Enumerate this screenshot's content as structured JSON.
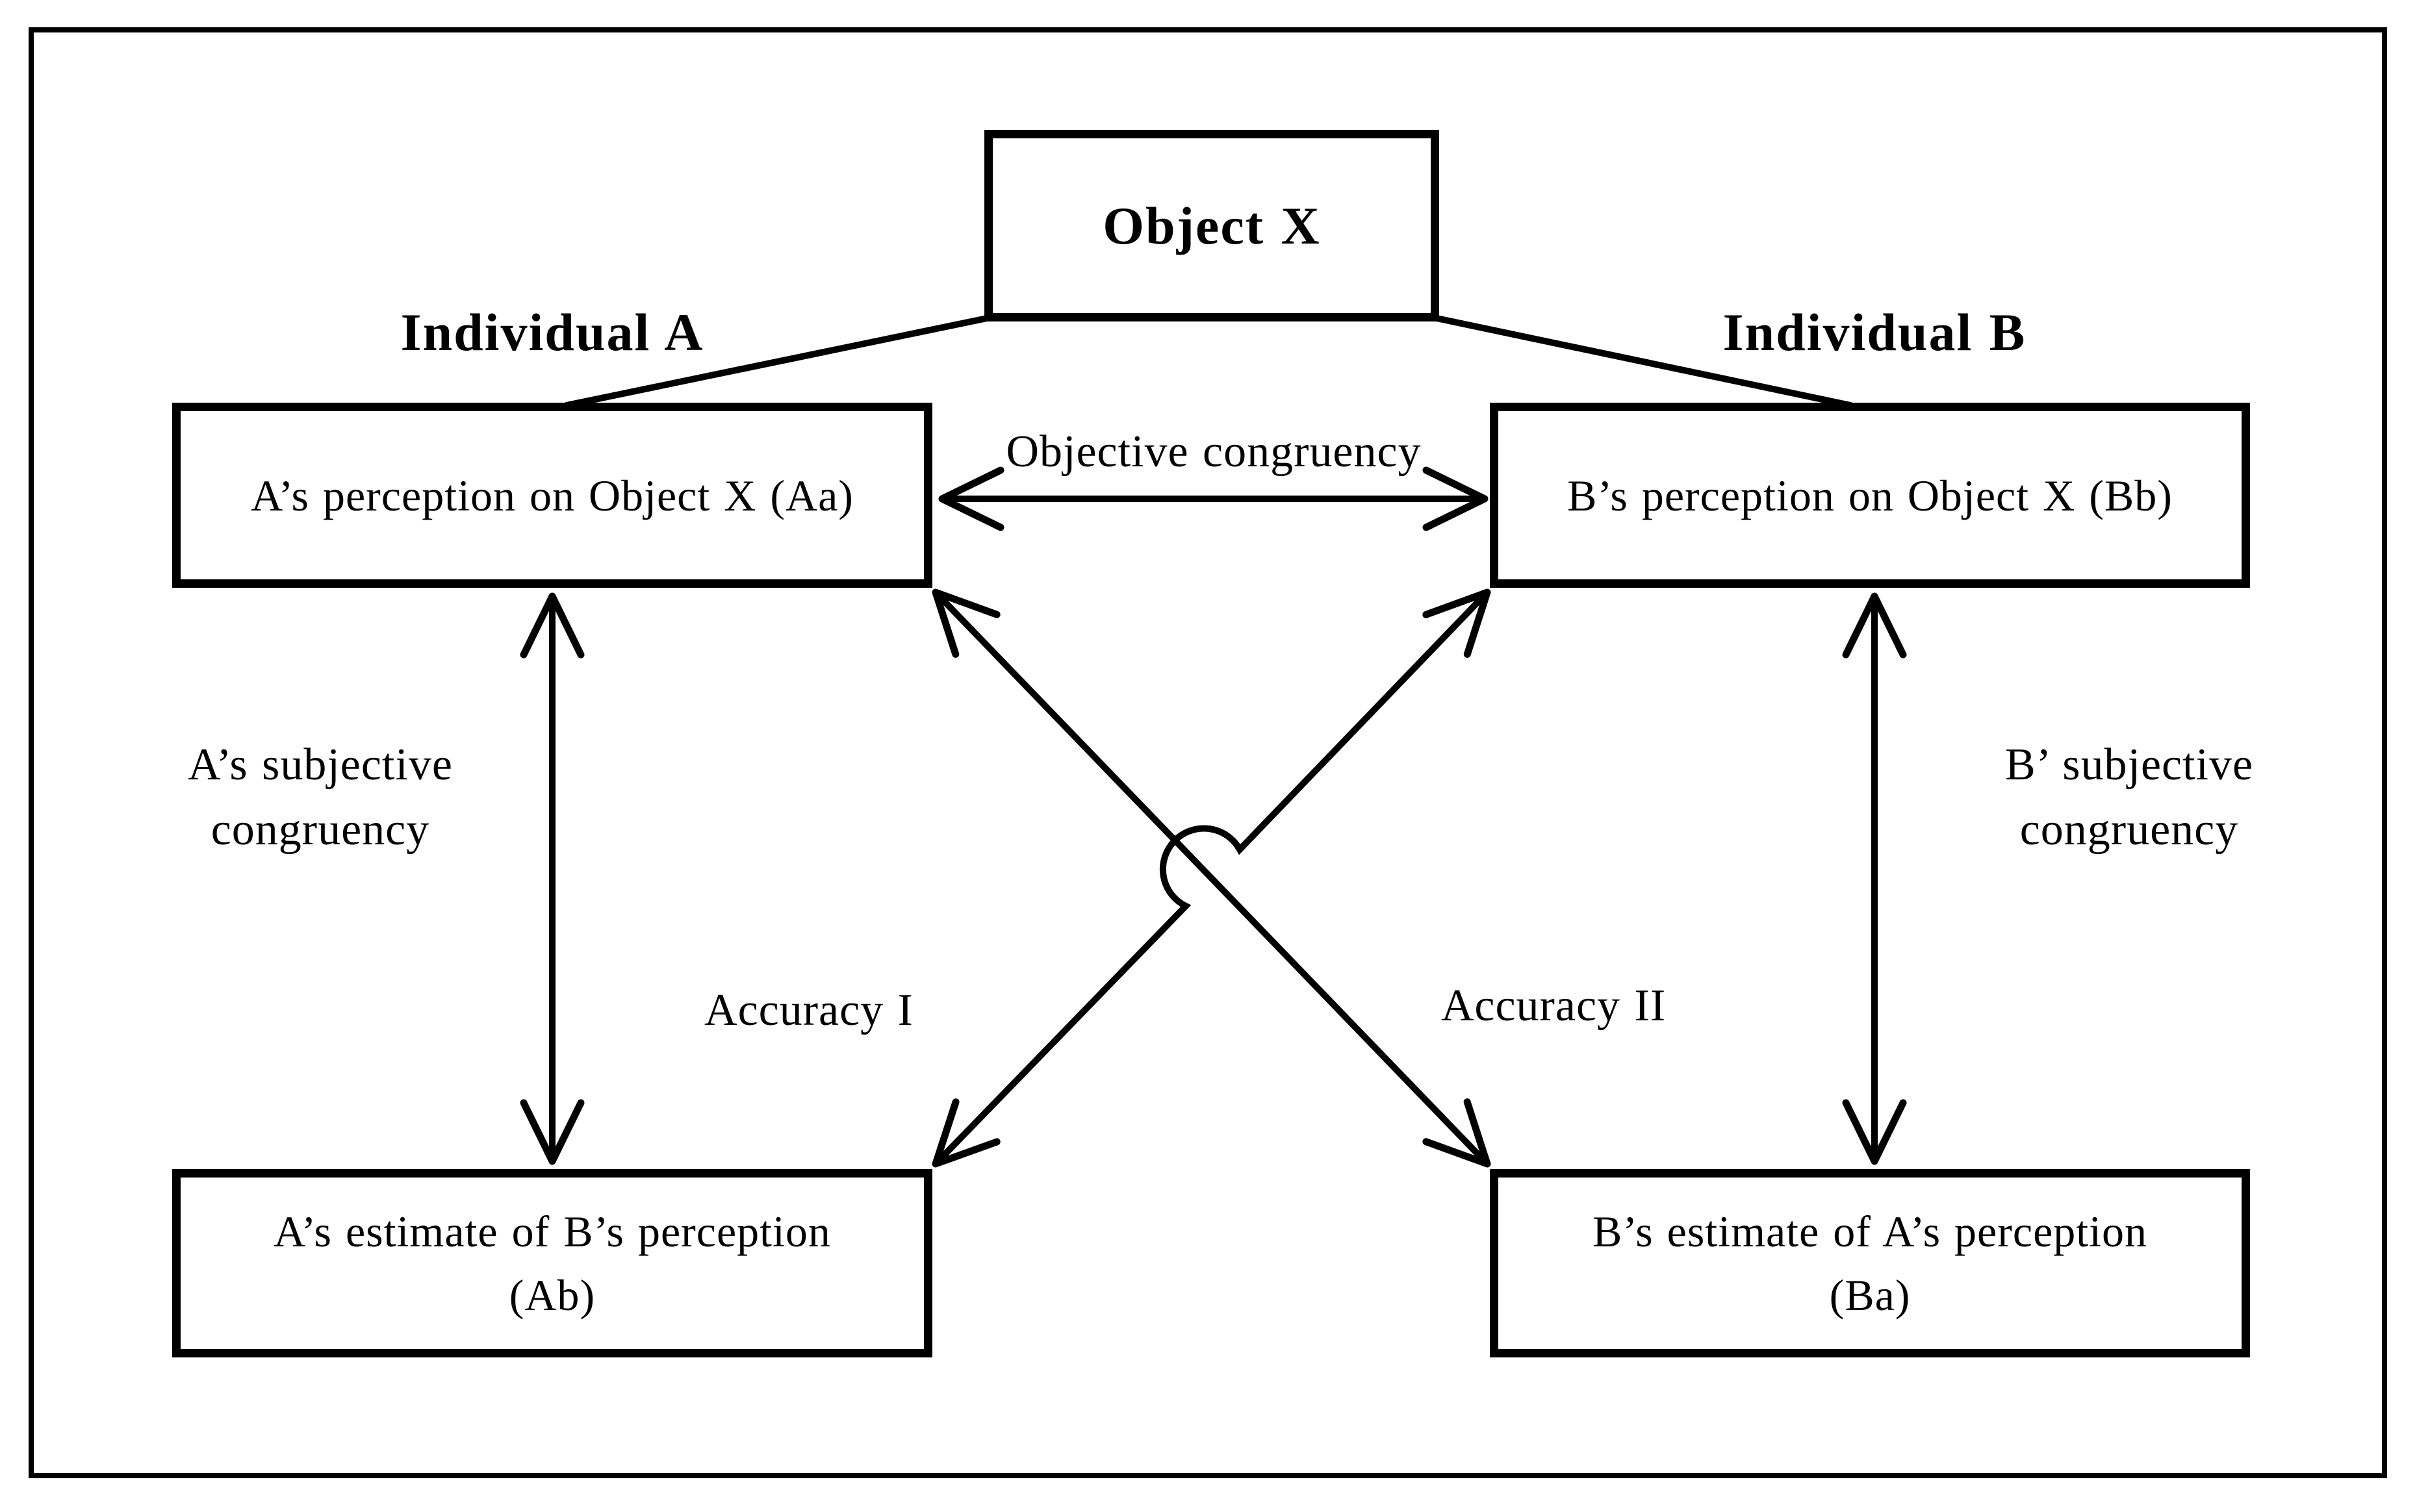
{
  "diagram": {
    "object_x": "Object X",
    "individual_a": "Individual A",
    "individual_b": "Individual B",
    "boxes": {
      "a_perception": "A’s perception on Object X (Aa)",
      "b_perception": "B’s perception on Object X (Bb)",
      "a_estimate_line1": "A’s estimate of B’s perception",
      "a_estimate_line2": "(Ab)",
      "b_estimate_line1": "B’s estimate of A’s perception",
      "b_estimate_line2": "(Ba)"
    },
    "labels": {
      "objective_congruency": "Objective congruency",
      "a_subjective_line1": "A’s subjective",
      "a_subjective_line2": "congruency",
      "b_subjective_line1": "B’ subjective",
      "b_subjective_line2": "congruency",
      "accuracy_1": "Accuracy I",
      "accuracy_2": "Accuracy II"
    },
    "colors": {
      "line": "#000000",
      "background": "#ffffff"
    }
  }
}
